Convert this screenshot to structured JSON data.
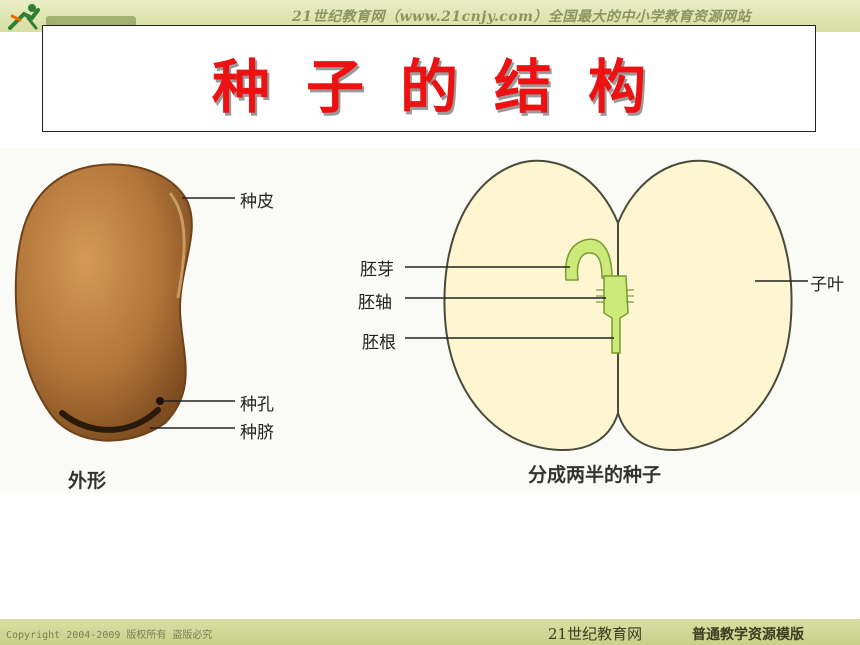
{
  "header": {
    "banner_text": "21世纪教育网（www.21cnjy.com）全国最大的中小学教育资源网站"
  },
  "title": "种子的结构",
  "diagram": {
    "left": {
      "caption": "外形",
      "labels": {
        "seed_coat": "种皮",
        "micropyle": "种孔",
        "hilum": "种脐"
      }
    },
    "right": {
      "caption": "分成两半的种子",
      "labels": {
        "plumule": "胚芽",
        "hypocotyl": "胚轴",
        "radicle": "胚根",
        "cotyledon": "子叶"
      }
    }
  },
  "footer": {
    "copyright": "Copyright 2004-2009 版权所有 盗版必究",
    "brand": "21世纪教育网",
    "template": "普通教学资源模版"
  },
  "colors": {
    "title": "#ee1111",
    "seed_coat": "#b0743a",
    "cotyledon": "#fdf6d0",
    "embryo": "#ccea7a",
    "band": "#d7dea0"
  }
}
